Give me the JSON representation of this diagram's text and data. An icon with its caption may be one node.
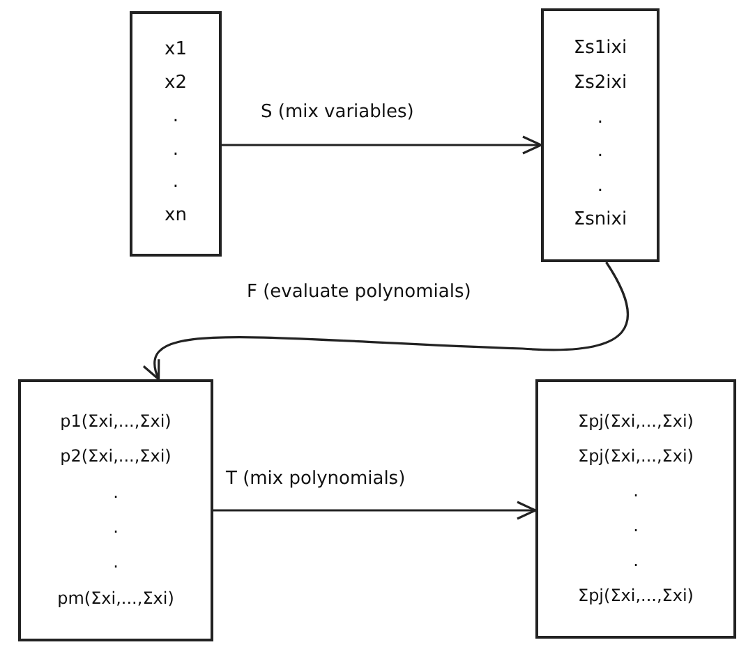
{
  "diagram": {
    "nodes": [
      {
        "text": [
          "x1",
          "x2",
          ".",
          ".",
          ".",
          "xn"
        ]
      },
      {
        "text": [
          "Σs1ixi",
          "Σs2ixi",
          ".",
          ".",
          ".",
          "Σsnixi"
        ]
      },
      {
        "text": [
          "p1(Σxi,...,Σxi)",
          "p2(Σxi,...,Σxi)",
          ".",
          ".",
          ".",
          "pm(Σxi,...,Σxi)"
        ]
      },
      {
        "text": [
          "Σpj(Σxi,...,Σxi)",
          "Σpj(Σxi,...,Σxi)",
          ".",
          ".",
          ".",
          "Σpj(Σxi,...,Σxi)"
        ]
      }
    ],
    "edges": [
      {
        "from": 0,
        "to": 1,
        "arrow": "to",
        "label": "S (mix variables)"
      },
      {
        "from": 1,
        "to": 2,
        "arrow": "to",
        "label": "F (evaluate polynomials)"
      },
      {
        "from": 2,
        "to": 3,
        "arrow": "to",
        "label": "T (mix polynomials)"
      }
    ]
  }
}
